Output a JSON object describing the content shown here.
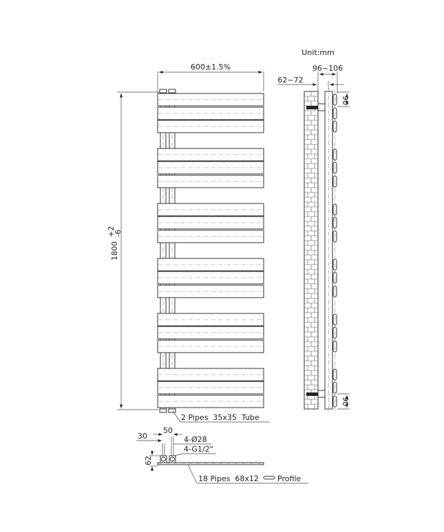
{
  "drawing": {
    "unit_label": "Unit:mm",
    "front_view": {
      "width_dim": "600±1.5%",
      "height_dim": "1800",
      "height_tol_plus": "+2",
      "height_tol_minus": "-6",
      "pipes_callout": "2 Pipes  35x35  Tube",
      "panel_groups": 6,
      "panels_per_group": 3
    },
    "side_view": {
      "wall_gap_dim": "62~72",
      "depth_dim": "96~106",
      "top_spacing_dim": "90",
      "bottom_spacing_dim": "90"
    },
    "bottom_view": {
      "dim_30": "30",
      "dim_50": "50",
      "hole_callout": "4-Ø28",
      "thread_callout": "4-G1/2\"",
      "height_dim": "62",
      "profile_callout_prefix": "18 Pipes  68x12",
      "profile_callout_suffix": "Profile"
    }
  }
}
